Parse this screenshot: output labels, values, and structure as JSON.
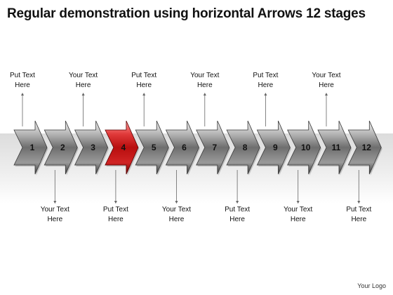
{
  "title": "Regular demonstration using horizontal Arrows 12 stages",
  "logo": "Your Logo",
  "colors": {
    "highlight": "#c81818",
    "arrow": "#7d7d7d"
  },
  "stages": [
    {
      "num": "1",
      "highlighted": false,
      "callout_position": "top",
      "callout_line1": "Put Text",
      "callout_line2": "Here"
    },
    {
      "num": "2",
      "highlighted": false,
      "callout_position": "bottom",
      "callout_line1": "Your Text",
      "callout_line2": "Here"
    },
    {
      "num": "3",
      "highlighted": false,
      "callout_position": "top",
      "callout_line1": "Your Text",
      "callout_line2": "Here"
    },
    {
      "num": "4",
      "highlighted": true,
      "callout_position": "bottom",
      "callout_line1": "Put Text",
      "callout_line2": "Here"
    },
    {
      "num": "5",
      "highlighted": false,
      "callout_position": "top",
      "callout_line1": "Put Text",
      "callout_line2": "Here"
    },
    {
      "num": "6",
      "highlighted": false,
      "callout_position": "bottom",
      "callout_line1": "Your Text",
      "callout_line2": "Here"
    },
    {
      "num": "7",
      "highlighted": false,
      "callout_position": "top",
      "callout_line1": "Your Text",
      "callout_line2": "Here"
    },
    {
      "num": "8",
      "highlighted": false,
      "callout_position": "bottom",
      "callout_line1": "Put Text",
      "callout_line2": "Here"
    },
    {
      "num": "9",
      "highlighted": false,
      "callout_position": "top",
      "callout_line1": "Put Text",
      "callout_line2": "Here"
    },
    {
      "num": "10",
      "highlighted": false,
      "callout_position": "bottom",
      "callout_line1": "Your Text",
      "callout_line2": "Here"
    },
    {
      "num": "11",
      "highlighted": false,
      "callout_position": "top",
      "callout_line1": "Your Text",
      "callout_line2": "Here"
    },
    {
      "num": "12",
      "highlighted": false,
      "callout_position": "bottom",
      "callout_line1": "Put Text",
      "callout_line2": "Here"
    }
  ]
}
